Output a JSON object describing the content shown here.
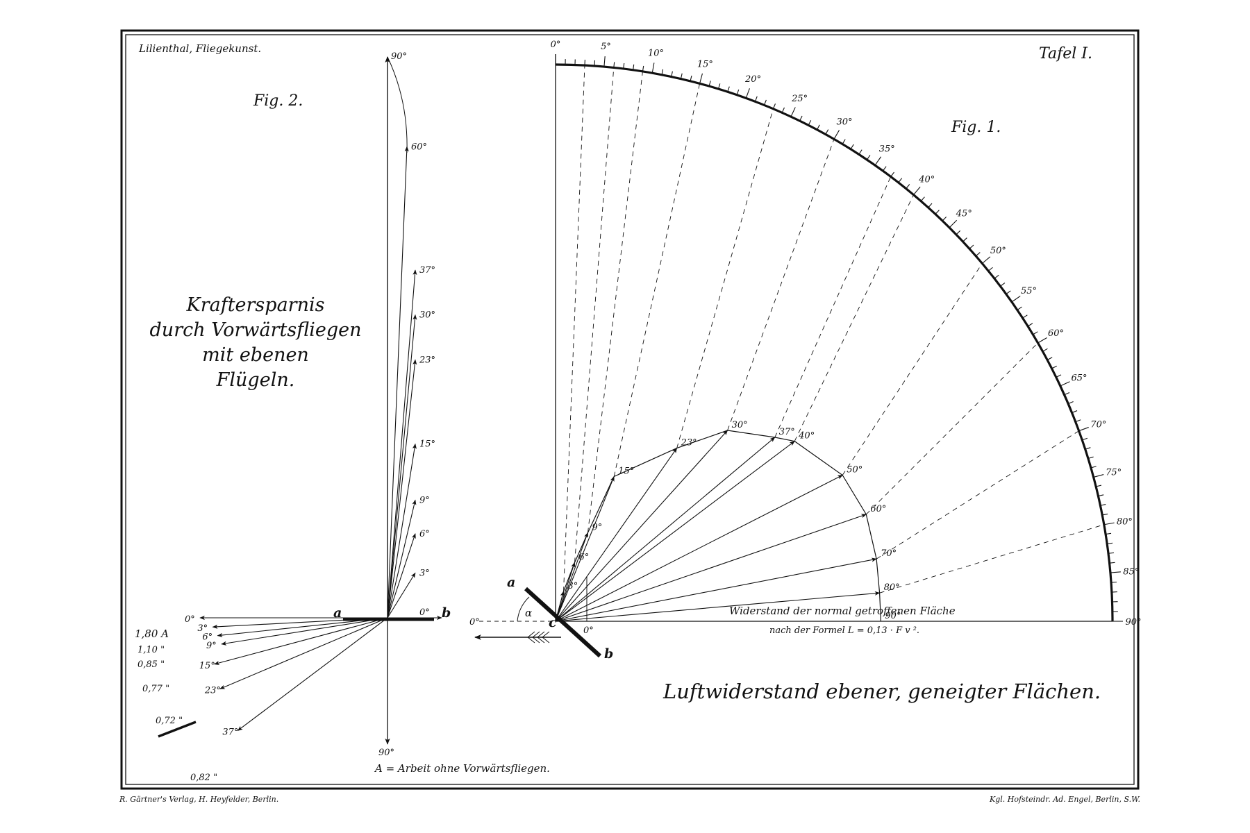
{
  "header": {
    "left": "Lilienthal, Fliegekunst.",
    "right": "Tafel I."
  },
  "footer": {
    "left": "R. Gärtner's Verlag, H. Heyfelder, Berlin.",
    "right": "Kgl. Hofsteindr. Ad. Engel, Berlin, S.W."
  },
  "fig1": {
    "label": "Fig. 1.",
    "title": "Luftwiderstand ebener, geneigter Flächen.",
    "baseline_caption_1": "Widerstand der normal getroffenen Fläche",
    "baseline_caption_2": "nach der Formel L = 0,13 · F v ².",
    "scale_labels": [
      "0°",
      "5°",
      "10°",
      "15°",
      "20°",
      "25°",
      "30°",
      "35°",
      "40°",
      "45°",
      "50°",
      "55°",
      "60°",
      "65°",
      "70°",
      "75°",
      "80°",
      "85°",
      "90°"
    ],
    "scale_values": [
      0,
      5,
      10,
      15,
      20,
      25,
      30,
      35,
      40,
      45,
      50,
      55,
      60,
      65,
      70,
      75,
      80,
      85,
      90
    ],
    "resistance_labels": [
      "0°",
      "3°",
      "6°",
      "9°",
      "15°",
      "23°",
      "30°",
      "37°",
      "40°",
      "50°",
      "60°",
      "70°",
      "80°",
      "90°"
    ],
    "resistance_points": [
      {
        "angle": 0,
        "label": "0°",
        "r": 0.0,
        "theta": 0
      },
      {
        "angle": 3,
        "label": "3°",
        "r": 0.095,
        "theta": 15
      },
      {
        "angle": 6,
        "label": "6°",
        "r": 0.19,
        "theta": 18
      },
      {
        "angle": 9,
        "label": "9°",
        "r": 0.29,
        "theta": 20
      },
      {
        "angle": 15,
        "label": "15°",
        "r": 0.48,
        "theta": 22
      },
      {
        "angle": 23,
        "label": "23°",
        "r": 0.65,
        "theta": 35
      },
      {
        "angle": 30,
        "label": "30°",
        "r": 0.79,
        "theta": 42
      },
      {
        "angle": 37,
        "label": "37°",
        "r": 0.88,
        "theta": 50
      },
      {
        "angle": 40,
        "label": "40°",
        "r": 0.92,
        "theta": 53
      },
      {
        "angle": 50,
        "label": "50°",
        "r": 0.99,
        "theta": 63
      },
      {
        "angle": 60,
        "label": "60°",
        "r": 1.01,
        "theta": 71
      },
      {
        "angle": 70,
        "label": "70°",
        "r": 1.005,
        "theta": 79
      },
      {
        "angle": 80,
        "label": "80°",
        "r": 1.0,
        "theta": 85
      },
      {
        "angle": 90,
        "label": "90°",
        "r": 1.0,
        "theta": 90
      }
    ],
    "wing": {
      "a": "a",
      "b": "b",
      "c": "c",
      "alpha": "α",
      "zero": "0°"
    },
    "origin_zero": "0°"
  },
  "fig2": {
    "label": "Fig. 2.",
    "title_lines": [
      "Kraftersparnis",
      "durch Vorwärtsfliegen",
      "mit ebenen",
      "Flügeln."
    ],
    "axis_labels": {
      "top": "90°",
      "bottom": "90°",
      "a": "a",
      "b": "b"
    },
    "upper_labels": [
      "0°",
      "3°",
      "6°",
      "9°",
      "15°",
      "23°",
      "30°",
      "37°",
      "60°",
      "90°"
    ],
    "upper_heights": [
      0.0,
      0.08,
      0.15,
      0.21,
      0.31,
      0.46,
      0.54,
      0.62,
      0.84,
      1.0
    ],
    "lower_labels": [
      "0°",
      "3°",
      "6°",
      "9°",
      "15°",
      "23°",
      "37°"
    ],
    "lower_angles": [
      0,
      3,
      6,
      9,
      15,
      23,
      37
    ],
    "work_values": [
      "1,80 A",
      "1,10 \"",
      "0,85 \"",
      "0,77 \"",
      "0,72 \"",
      "0,82 \""
    ],
    "legend": "A = Arbeit ohne Vorwärtsfliegen."
  }
}
